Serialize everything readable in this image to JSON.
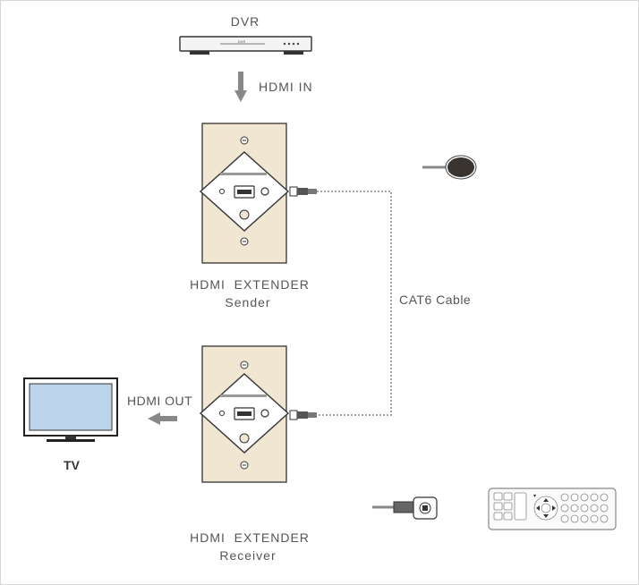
{
  "labels": {
    "dvr": "DVR",
    "hdmi_in": "HDMI IN",
    "sender_title": "HDMI  EXTENDER",
    "sender_sub": "Sender",
    "cable": "CAT6 Cable",
    "hdmi_out": "HDMI OUT",
    "tv": "TV",
    "receiver_title": "HDMI  EXTENDER",
    "receiver_sub": "Receiver"
  },
  "devices": {
    "dvr_text": "DVR"
  },
  "colors": {
    "plate": "#f1e6d2",
    "outline": "#333333",
    "arrow": "#888888",
    "screen": "#bcd4ea",
    "cable": "#888888"
  },
  "icons": [
    "dvr-icon",
    "wall-plate-icon",
    "rj45-plug-icon",
    "ir-eye-icon",
    "tv-icon",
    "remote-icon",
    "power-connector-icon",
    "arrow-down-icon",
    "arrow-left-icon"
  ]
}
